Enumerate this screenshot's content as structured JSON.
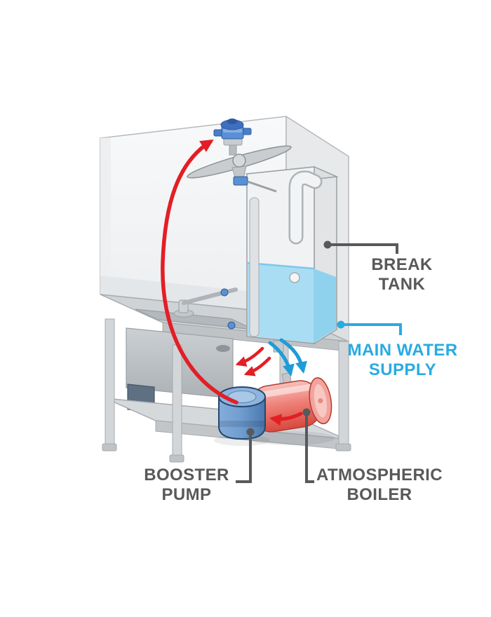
{
  "diagram": {
    "labels": {
      "break_tank": {
        "line1": "BREAK",
        "line2": "TANK"
      },
      "main_water_supply": {
        "line1": "MAIN WATER",
        "line2": "SUPPLY"
      },
      "booster_pump": {
        "line1": "BOOSTER",
        "line2": "PUMP"
      },
      "atmospheric_boiler": {
        "line1": "ATMOSPHERIC",
        "line2": "BOILER"
      }
    },
    "colors": {
      "label_gray": "#58595B",
      "supply_cyan": "#29ABE2",
      "flow_red": "#E31E25",
      "flow_blue": "#1E9CD8",
      "tank_water": "#A9DDF3",
      "boiler_red": "#E2574C",
      "pump_blue": "#7AA7D8"
    }
  }
}
